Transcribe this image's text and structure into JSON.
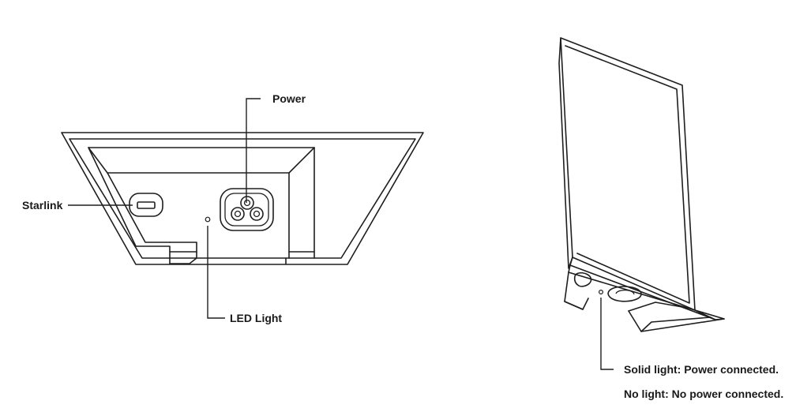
{
  "labels": {
    "power": "Power",
    "starlink": "Starlink",
    "led_light": "LED Light",
    "solid_light": "Solid light: Power connected.",
    "no_light": "No light: No power connected."
  }
}
